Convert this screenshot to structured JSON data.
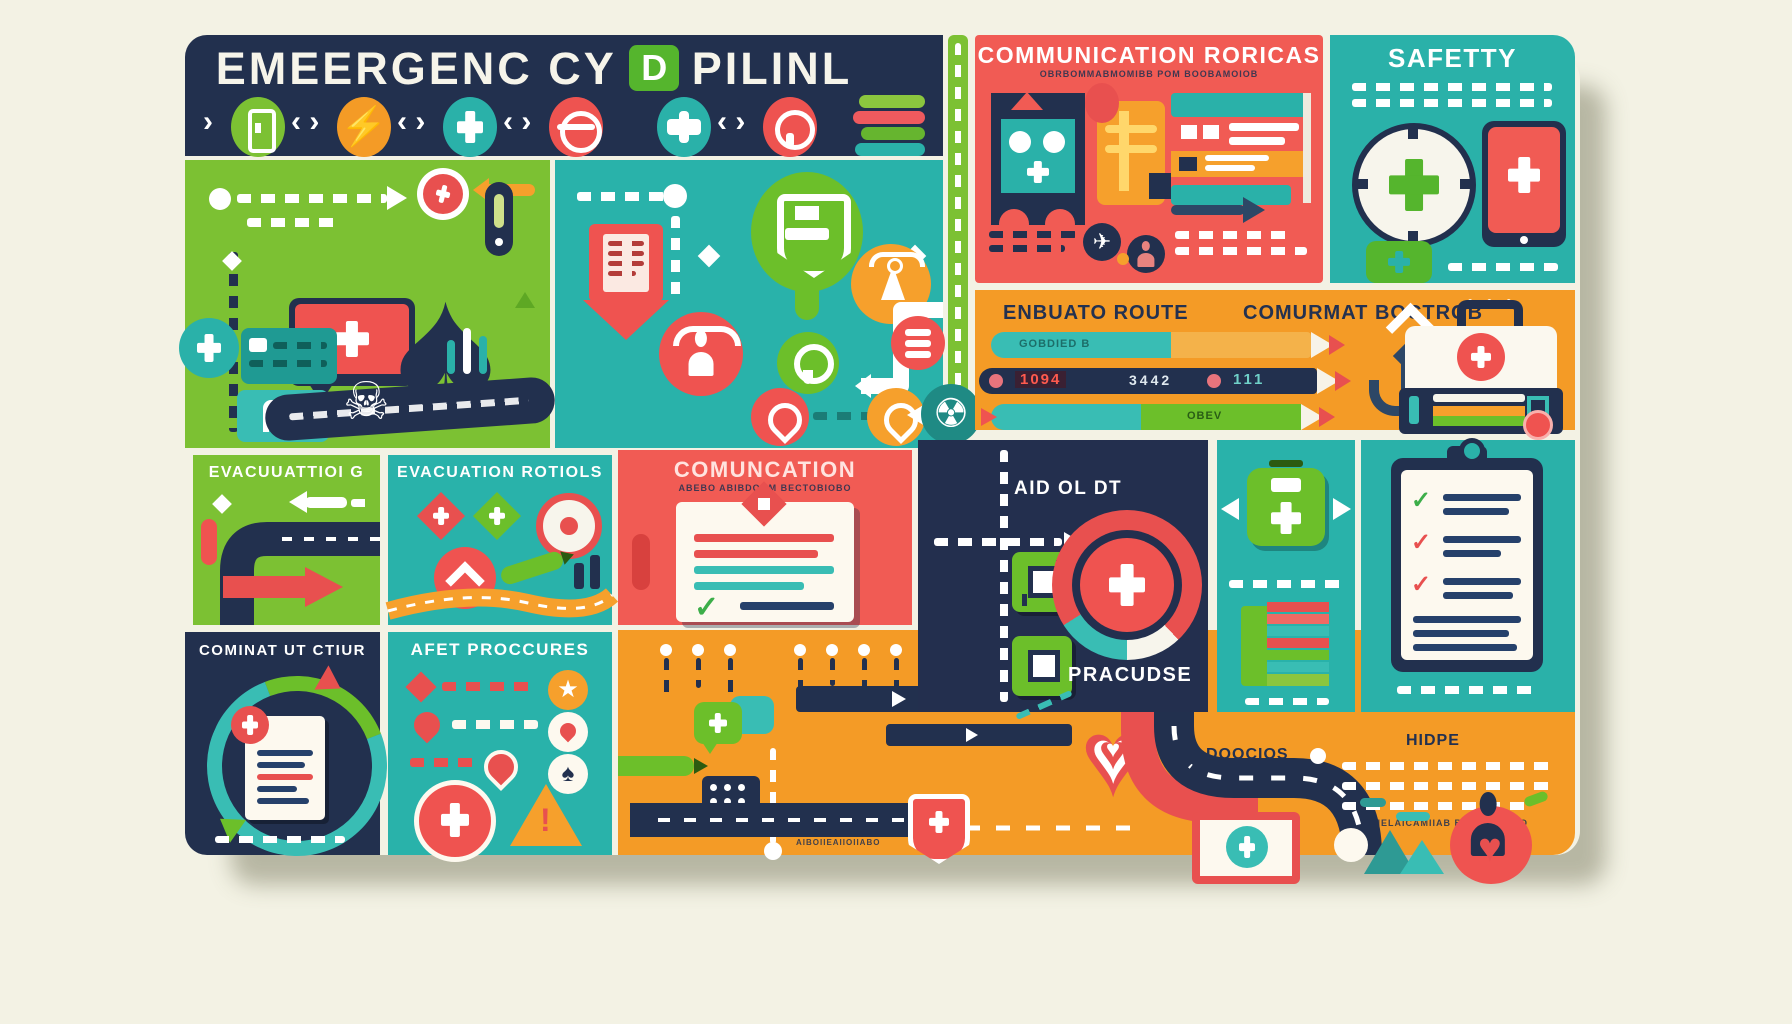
{
  "colors": {
    "ivory": "#f3f2e4",
    "navy": "#22304e",
    "red": "#f15b54",
    "teal": "#2ab1a9",
    "green": "#7cc133",
    "orange": "#f49b26",
    "badge_green": "#55b52d"
  },
  "icons": {
    "lightning": "⚡",
    "skull": "☠",
    "radiation": "☢",
    "heart": "♥",
    "check": "✓",
    "star": "★",
    "spade": "♠",
    "plane": "✈",
    "chevron_left": "‹",
    "chevron_right": "›",
    "warning_mark": "!",
    "info_mark": "i",
    "dots": "• • •"
  },
  "header": {
    "title_left": "EMEERGENC CY",
    "title_badge": "D",
    "title_right": "PILINL"
  },
  "panels": {
    "communication": {
      "title": "COMMUNICATION RORICAS",
      "subtitle": "OBRBOMMABMOMIBB POM BOOBAMOIOB"
    },
    "safety": {
      "title": "SAFETTY"
    },
    "route": {
      "title_evac": "ENBUATO ROUTE",
      "title_contact": "COMURMAT BOCTROB",
      "pencil1": "GOBDIED  B",
      "p2a": "1094",
      "p2b": "3442",
      "p2c": "111",
      "pencil3": "OBEV"
    },
    "evacg": {
      "title": "EVACUUATTIOI G"
    },
    "rotiols": {
      "title": "EVACUATION ROTIOLS"
    },
    "comun": {
      "title": "COMUNCATION",
      "subtitle": "ABEBO ABIBDOOM BECTOBIOBO"
    },
    "aid": {
      "title": "AID OL DT",
      "subtitle": "PRACUDSE"
    },
    "cominat": {
      "title": "COMINAT UT CTIUR"
    },
    "afet": {
      "title": "AFET PROCCURES"
    },
    "bottom": {
      "doocios": "DOOCIOS",
      "hidpe": "HIDPE",
      "caption": "BIELAICAMIIAB BEAIIIEIGIAIO",
      "footnote": "AIBOIIEAIIOIIABO"
    }
  }
}
